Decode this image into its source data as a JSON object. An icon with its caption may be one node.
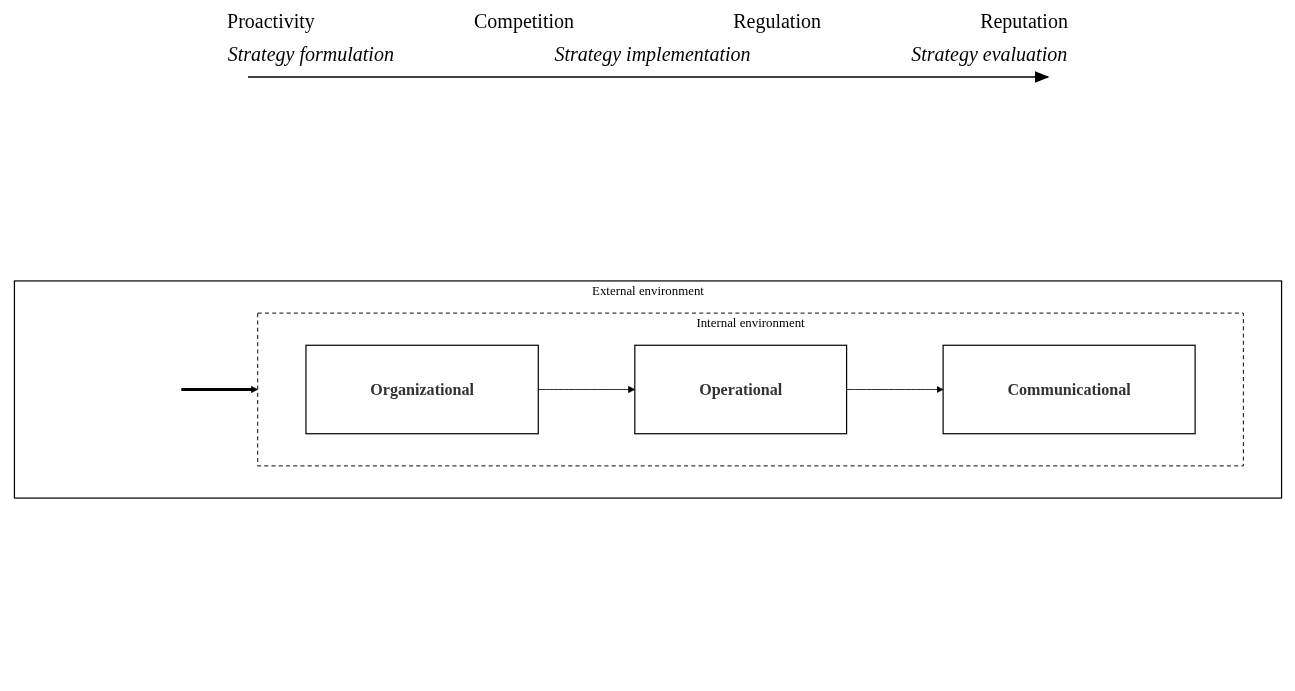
{
  "diagram": {
    "nodes": [
      {
        "text": [
          "External environment"
        ]
      },
      {
        "text": [
          "Internal environment"
        ],
        "in": 0
      },
      {
        "text": [
          "Organizational"
        ],
        "in": 1
      },
      {
        "text": [
          "Operational"
        ],
        "in": 1
      },
      {
        "text": [
          "Communicational"
        ],
        "in": 1
      }
    ],
    "edges": [
      {
        "from": null,
        "to": 1,
        "arrow": "to",
        "style": "thick"
      },
      {
        "from": 2,
        "to": 3,
        "arrow": "to"
      },
      {
        "from": 3,
        "to": 4,
        "arrow": "to"
      }
    ],
    "labels": [
      "Proactivity",
      "Competition",
      "Regulation",
      "Reputation",
      "Strategy formulation",
      "Strategy implementation",
      "Strategy evaluation"
    ]
  }
}
